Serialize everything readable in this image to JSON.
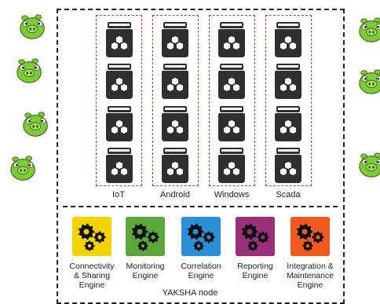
{
  "columns": [
    {
      "label": "IoT"
    },
    {
      "label": "Android"
    },
    {
      "label": "Windows"
    },
    {
      "label": "Scada"
    }
  ],
  "engines": [
    {
      "label_lines": [
        "Connectivity",
        "& Sharing",
        "Engine"
      ],
      "color": "#f5d300"
    },
    {
      "label_lines": [
        "Monitoring",
        "Engine"
      ],
      "color": "#5aa83c"
    },
    {
      "label_lines": [
        "Correlation",
        "Engine"
      ],
      "color": "#2a8fd6"
    },
    {
      "label_lines": [
        "Reporting",
        "Engine"
      ],
      "color": "#9b2f7a"
    },
    {
      "label_lines": [
        "Integration &",
        "Maintenance",
        "Engine"
      ],
      "color": "#f05a1f"
    }
  ],
  "node_label": "YAKSHA node",
  "colors": {
    "jar": "#2f2f2f",
    "column_border": "#d33a3a",
    "pig": "#7ecb3a"
  },
  "icons": {
    "left_column": "pig-icon",
    "right_column": "pig-icon",
    "containers": "jar-icon",
    "engines": "gears-icon"
  }
}
